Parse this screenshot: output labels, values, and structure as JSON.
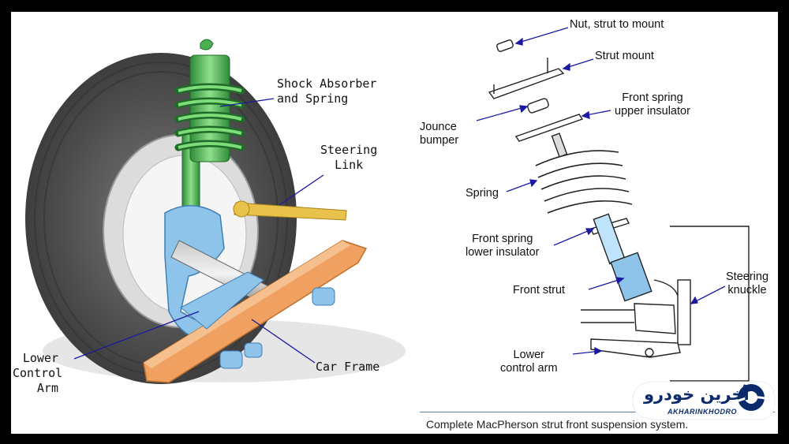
{
  "left_diagram": {
    "labels": {
      "shock_absorber": [
        "Shock Absorber",
        "and Spring"
      ],
      "steering_link": [
        "Steering",
        "Link"
      ],
      "lower_control_arm": [
        "Lower",
        "Control",
        "Arm"
      ],
      "car_frame": "Car Frame"
    }
  },
  "right_diagram": {
    "labels": {
      "nut": "Nut, strut to mount",
      "strut_mount": "Strut mount",
      "upper_insulator": [
        "Front spring",
        "upper insulator"
      ],
      "jounce_bumper": [
        "Jounce",
        "bumper"
      ],
      "spring": "Spring",
      "lower_insulator": [
        "Front spring",
        "lower insulator"
      ],
      "front_strut": "Front strut",
      "steering_knuckle": [
        "Steering",
        "knuckle"
      ],
      "lower_control_arm": [
        "Lower",
        "control arm"
      ]
    },
    "caption": "Complete MacPherson strut front suspension system."
  },
  "watermark": {
    "text_fa": "آخرین خودرو",
    "text_en": "AKHARINKHODRO"
  },
  "colors": {
    "shock_green": "#4caf50",
    "frame_orange": "#f0a060",
    "knuckle_blue": "#8ec3ea",
    "steering_yellow": "#e8c24a",
    "tire_gray": "#5a5a5a"
  }
}
